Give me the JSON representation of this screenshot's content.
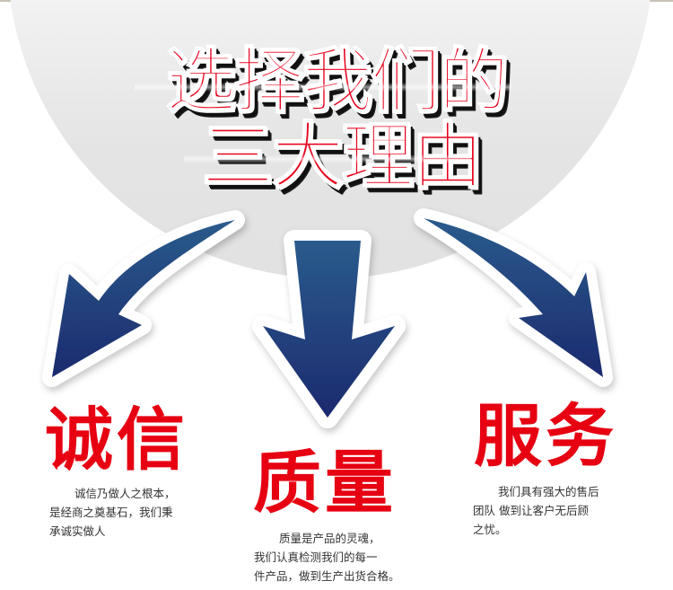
{
  "headline": {
    "line1": "选择我们的",
    "line2": "三大理由"
  },
  "colors": {
    "accent_red": "#e60012",
    "arrow_blue_top": "#2a5b8c",
    "arrow_blue_bottom": "#1c2a6e",
    "background_grey": "#e6e6e6"
  },
  "arrows": [
    {
      "name": "arrow-left",
      "direction": "curved-down-left"
    },
    {
      "name": "arrow-center",
      "direction": "down"
    },
    {
      "name": "arrow-right",
      "direction": "curved-down-right"
    }
  ],
  "pillars": [
    {
      "title": "诚信",
      "lines": [
        "诚信乃做人之根本，",
        "是经商之奠基石，我们秉",
        "承诚实做人"
      ]
    },
    {
      "title": "质量",
      "lines": [
        "质量是产品的灵魂，",
        "我们认真检测我们的每一",
        "件产品，做到生产出货合格。"
      ]
    },
    {
      "title": "服务",
      "lines": [
        "我们具有强大的售后",
        "团队 做到让客户无后顾",
        "之忧。"
      ]
    }
  ]
}
